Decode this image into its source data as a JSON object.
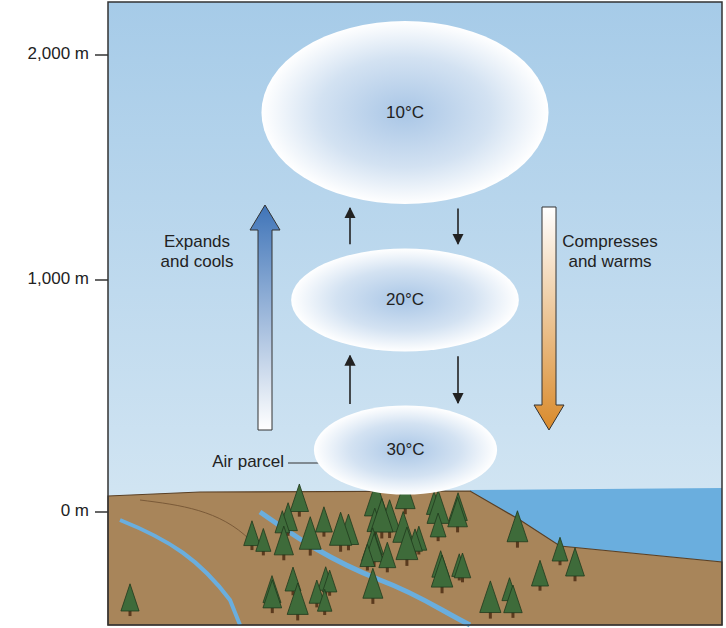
{
  "diagram": {
    "nodes": [
      {
        "text": [
          "10°C"
        ]
      },
      {
        "text": [
          "20°C"
        ]
      },
      {
        "text": [
          "30°C"
        ]
      }
    ],
    "edges": [
      {
        "from": 2,
        "to": 1,
        "arrow": "to"
      },
      {
        "from": 1,
        "to": 0,
        "arrow": "to"
      },
      {
        "from": 0,
        "to": 1,
        "arrow": "to"
      },
      {
        "from": 1,
        "to": 2,
        "arrow": "to"
      }
    ],
    "labels": [
      "2,000 m",
      "1,000 m",
      "0 m",
      "Expands and cools",
      "Compresses and warms",
      "Air parcel"
    ]
  }
}
